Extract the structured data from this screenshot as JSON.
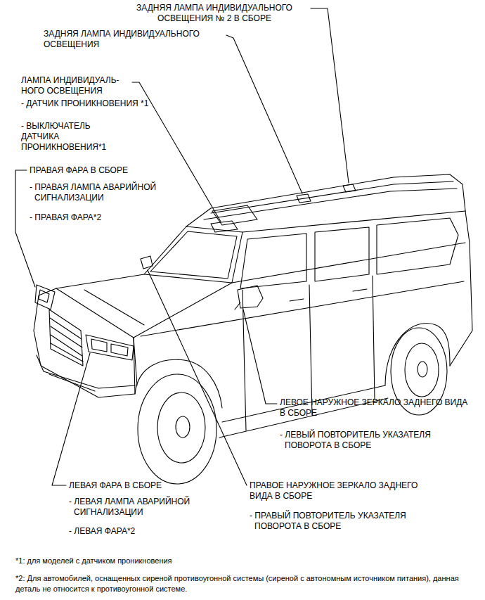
{
  "diagram": {
    "labels": [
      "ЗАДНЯЯ ЛАМПА ИНДИВИДУАЛЬНОГО ОСВЕЩЕНИЯ № 2 В СБОРЕ",
      "ЗАДНЯЯ ЛАМПА ИНДИВИДУАЛЬНОГО ОСВЕЩЕНИЯ",
      "ЛАМПА ИНДИВИДУАЛЬ- НОГО ОСВЕЩЕНИЯ",
      "- ДАТЧИК ПРОНИКНОВЕНИЯ *1",
      "- ВЫКЛЮЧАТЕЛЬ ДАТЧИКА ПРОНИКНОВЕНИЯ*1",
      "ПРАВАЯ ФАРА В СБОРЕ",
      "- ПРАВАЯ ЛАМПА АВАРИЙНОЙ СИГНАЛИЗАЦИИ",
      "- ПРАВАЯ ФАРА*2",
      "ЛЕВОЕ НАРУЖНОЕ ЗЕРКАЛО ЗАДНЕГО ВИДА В СБОРЕ",
      "- ЛЕВЫЙ ПОВТОРИТЕЛЬ УКАЗАТЕЛЯ ПОВОРОТА В СБОРЕ",
      "ЛЕВАЯ ФАРА В СБОРЕ",
      "- ЛЕВАЯ ЛАМПА АВАРИЙНОЙ СИГНАЛИЗАЦИИ",
      "- ЛЕВАЯ ФАРА*2",
      "ПРАВОЕ НАРУЖНОЕ ЗЕРКАЛО ЗАДНЕГО ВИДА В СБОРЕ",
      "- ПРАВЫЙ ПОВТОРИТЕЛЬ УКАЗАТЕЛЯ ПОВОРОТА В СБОРЕ",
      "*1: для моделей с датчиком проникновения",
      "*2: Для автомобилей, оснащенных сиреной противоугонной системы (сиреной с автономным источником питания), данная деталь не относится к противоугонной системе."
    ]
  }
}
